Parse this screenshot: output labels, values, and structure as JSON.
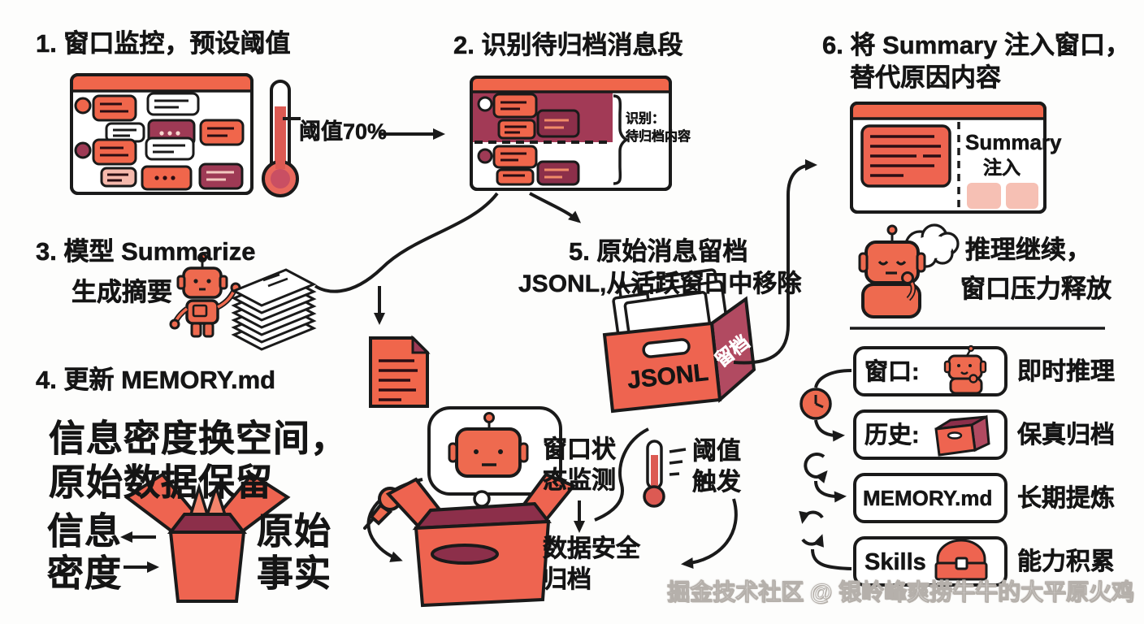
{
  "palette": {
    "orange": "#F0664B",
    "orange_light": "#F4846B",
    "maroon": "#9E3A55",
    "maroon_dark": "#8C2F4A",
    "pink": "#F5B9AC",
    "pink_light": "#F6C0B4",
    "red": "#DC5A53",
    "ink": "#1A1A1A"
  },
  "steps": {
    "s1": {
      "title": "1. 窗口监控，预设阈值",
      "threshold_label": "阈值70%"
    },
    "s2": {
      "title": "2. 识别待归档消息段",
      "callout_l1": "识别：",
      "callout_l2": "待归档内容"
    },
    "s3": {
      "title_l1": "3. 模型 Summarize",
      "title_l2": "生成摘要"
    },
    "s4": {
      "title": "4. 更新 MEMORY.md"
    },
    "s5": {
      "title_l1": "5. 原始消息留档",
      "title_l2": "JSONL,从活跃窗口中移除",
      "box_front": "JSONL",
      "box_side": "留档"
    },
    "s6": {
      "title_l1": "6. 将 Summary 注入窗口，",
      "title_l2": "替代原因内容",
      "panel_l1": "Summary",
      "panel_l2": "注入"
    }
  },
  "outcome": {
    "l1": "推理继续，",
    "l2": "窗口压力释放"
  },
  "monitor": {
    "status_l1": "窗口状",
    "status_l2": "态监测",
    "trigger_l1": "阈值",
    "trigger_l2": "触发",
    "archive_l1": "数据安全",
    "archive_l2": "归档"
  },
  "takeaway": {
    "l1": "信息密度换空间，",
    "l2": "原始数据保留",
    "left_l1": "信息",
    "left_l2": "密度",
    "right_l1": "原始",
    "right_l2": "事实"
  },
  "layers": [
    {
      "label": "窗口:",
      "icon": "thinking-robot-icon",
      "desc": "即时推理"
    },
    {
      "label": "历史:",
      "icon": "archive-box-icon",
      "desc": "保真归档"
    },
    {
      "label": "MEMORY.md",
      "icon": "none",
      "desc": "长期提炼"
    },
    {
      "label": "Skills",
      "icon": "toolbox-icon",
      "desc": "能力积累"
    }
  ],
  "watermark": "掘金技术社区 @ 银岭峰爽捞牛牛的大平原火鸡"
}
